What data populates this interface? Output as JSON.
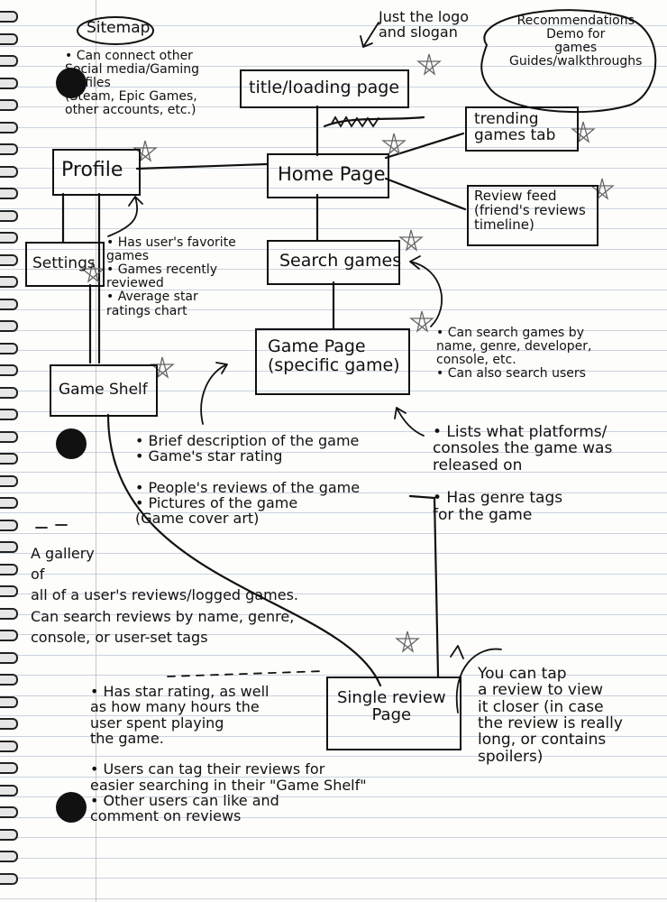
{
  "title": "Sitemap",
  "top_note": "Just the logo\nand slogan",
  "recommend_note": "Recommendations\nDemo for\ngames\nGuides/walkthroughs",
  "nodes": {
    "title_page": "title/loading page",
    "trending_tab": "trending\ngames tab",
    "home_page": "Home Page",
    "profile": "Profile",
    "review_feed": "Review feed\n(friend's reviews\ntimeline)",
    "settings": "Settings",
    "search_games": "Search games",
    "game_page": "Game Page\n(specific game)",
    "game_shelf": "Game Shelf",
    "single_review": "Single review\nPage"
  },
  "notes": {
    "profile_social": "• Can connect other\nSocial media/Gaming\nProfiles\n(Steam, Epic Games,\nother accounts, etc.)",
    "profile_content": "• Has user's favorite\ngames\n• Games recently\nreviewed\n• Average star\nratings chart",
    "search_info": "• Can search games by\nname, genre, developer,\nconsole, etc.\n• Can also search users",
    "game_info": "• Brief description of the game\n• Game's star rating\n\n• People's reviews of the game\n• Pictures of the game\n(Game cover art)",
    "platforms": "• Lists what platforms/\nconsoles the game was\nreleased on\n\n• Has genre tags\nfor the game",
    "shelf_info": "A gallery\nof\nall of a user's reviews/logged games.\nCan search reviews by name, genre,\nconsole, or user-set tags",
    "review_details": "• Has star rating, as well\nas how many hours the\nuser spent playing\nthe game.\n\n• Users can tag their reviews for\neasier searching in their \"Game Shelf\"\n• Other users can like and\ncomment on reviews",
    "tap_review": "You can tap\na review to view\nit closer (in case\nthe review is really\nlong, or contains\nspoilers)"
  }
}
